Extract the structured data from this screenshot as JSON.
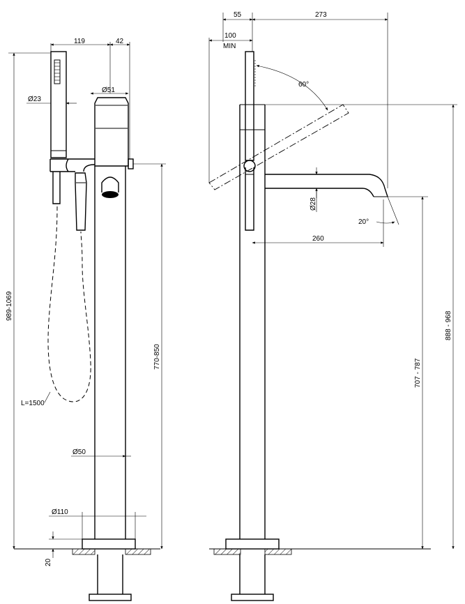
{
  "front_view": {
    "dim_119": "119",
    "dim_42": "42",
    "dia_23": "Ø23",
    "dia_51": "Ø51",
    "dia_50": "Ø50",
    "dia_110": "Ø110",
    "hose_length": "L=1500",
    "height_total": "989-1069",
    "height_outlet": "770-850",
    "depth_20": "20"
  },
  "side_view": {
    "dim_55": "55",
    "dim_273": "273",
    "dim_100": "100",
    "min_label": "MIN",
    "angle_60": "60°",
    "dia_28": "Ø28",
    "angle_20": "20°",
    "dim_260": "260",
    "height_spout": "707 - 787",
    "height_top": "888 - 968"
  }
}
